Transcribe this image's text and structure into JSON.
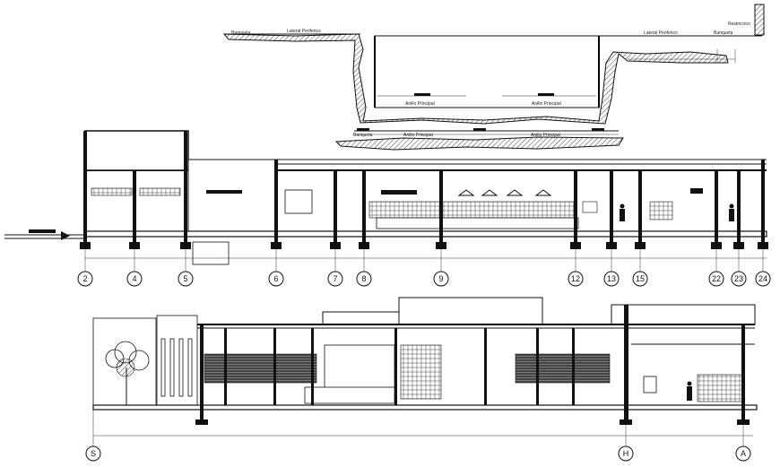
{
  "road_section": {
    "labels": {
      "banqueta_left": "Banqueta",
      "lateral_left": "Lateral Periferico",
      "lateral_right": "Lateral Periferico",
      "banqueta_right": "Banqueta",
      "restriccion": "Restriccion",
      "anillo_left": "Anillo Principal",
      "anillo_right": "Anillo Principal",
      "banqueta_lower": "Banqueta",
      "anillo_lower_left": "Anillo Principal",
      "anillo_lower_right": "Anillo Principal"
    }
  },
  "section_1": {
    "axes": [
      "2",
      "4",
      "5",
      "6",
      "7",
      "8",
      "9",
      "12",
      "13",
      "15",
      "22",
      "23",
      "24"
    ]
  },
  "section_2": {
    "axes": [
      "S",
      "H",
      "A"
    ]
  },
  "colors": {
    "ink": "#111111",
    "paper": "#ffffff"
  }
}
